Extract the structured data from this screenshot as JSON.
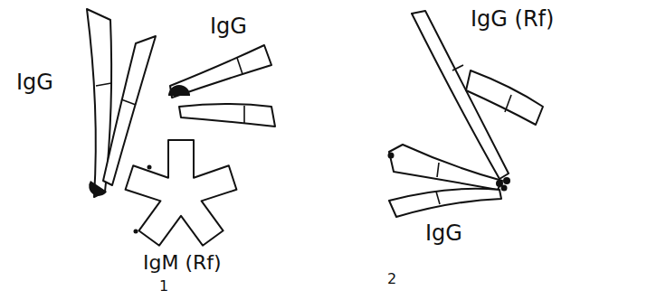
{
  "diagram": {
    "labels": [
      "IgG",
      "IgG",
      "IgM (Rf)",
      "1",
      "IgG (Rf)",
      "IgG",
      "2"
    ]
  }
}
